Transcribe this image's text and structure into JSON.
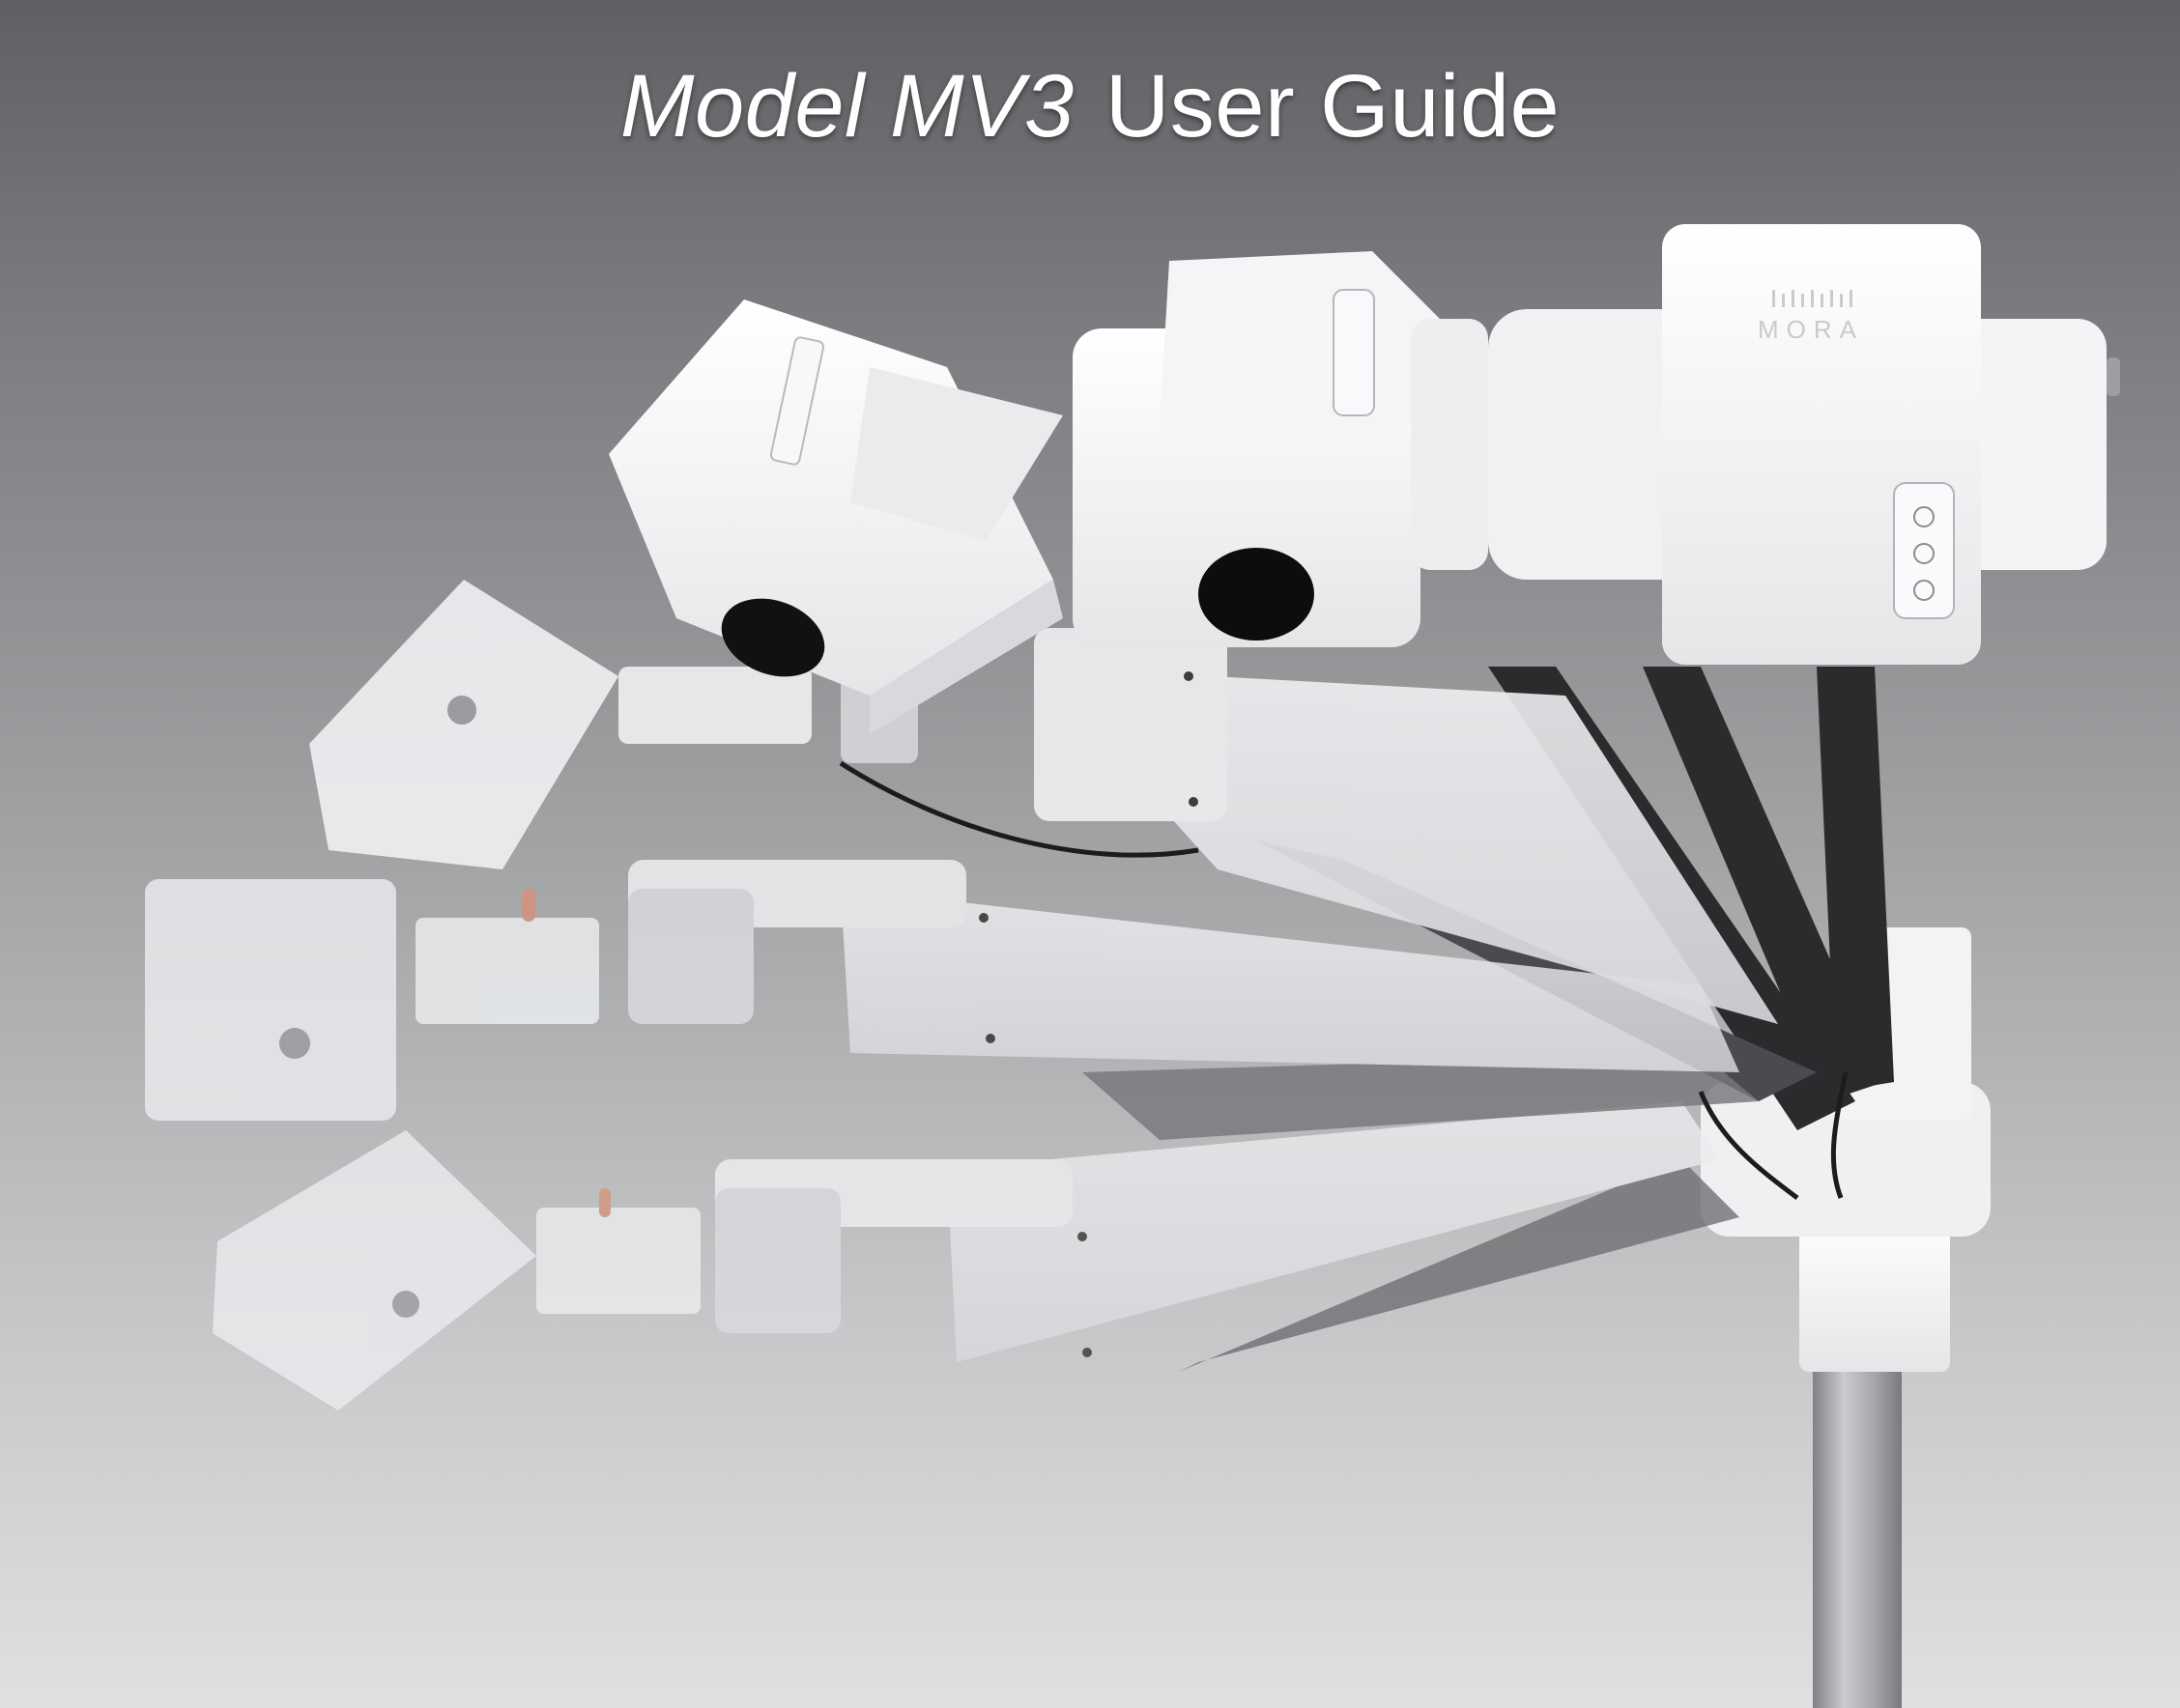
{
  "cover": {
    "title_model": "Model MV3",
    "title_rest": "User Guide"
  },
  "device_panel": {
    "brand_text": "MORA"
  },
  "colors": {
    "background_top": "#5f6063",
    "background_bottom": "#dfe0e1",
    "device_white": "#f4f5f6",
    "device_shadow": "#cfd1d4",
    "pole_metal": "#a9abae",
    "title_text": "#ffffff"
  }
}
